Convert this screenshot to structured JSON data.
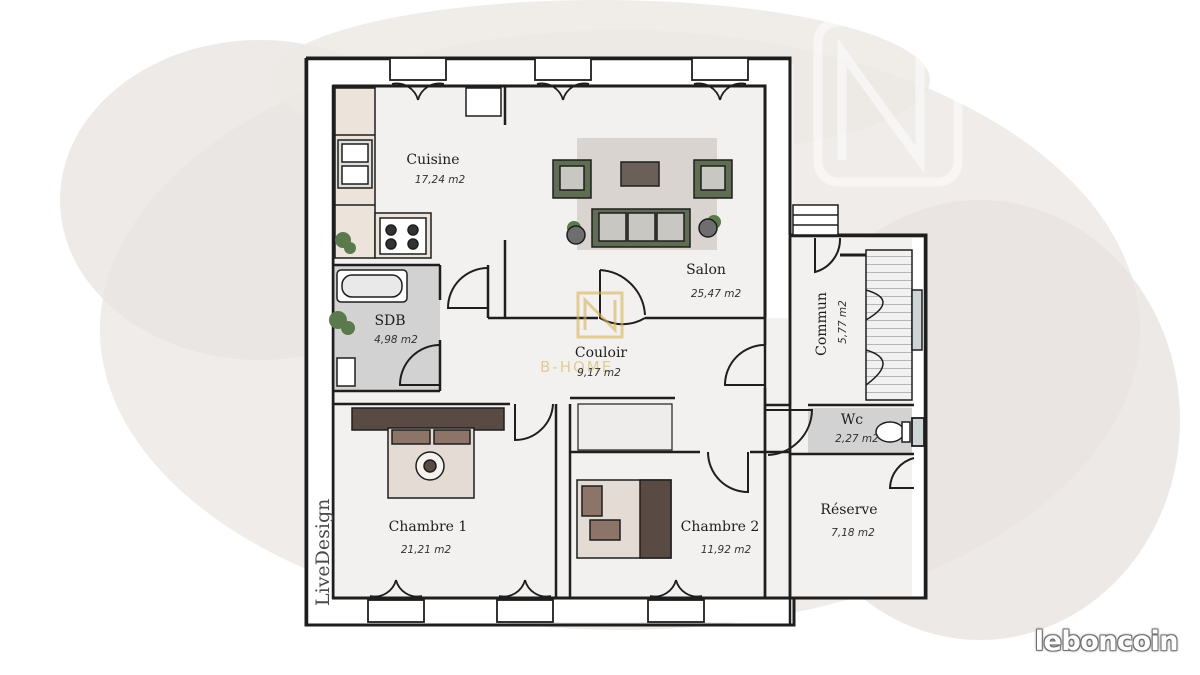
{
  "rooms": {
    "cuisine": {
      "name": "Cuisine",
      "area": "17,24 m2"
    },
    "salon": {
      "name": "Salon",
      "area": "25,47 m2"
    },
    "sdb": {
      "name": "SDB",
      "area": "4,98 m2"
    },
    "couloir": {
      "name": "Couloir",
      "area": "9,17 m2"
    },
    "commun": {
      "name": "Commun",
      "area": "5,77 m2"
    },
    "wc": {
      "name": "Wc",
      "area": "2,27 m2"
    },
    "chambre1": {
      "name": "Chambre 1",
      "area": "21,21 m2"
    },
    "chambre2": {
      "name": "Chambre 2",
      "area": "11,92 m2"
    },
    "reserve": {
      "name": "Réserve",
      "area": "7,18 m2"
    }
  },
  "branding": {
    "designer": "LiveDesign",
    "center_watermark": "B-HOME",
    "site_logo": "leboncoin"
  },
  "colors": {
    "wall": "#1e1e1e",
    "floor": "#f3f1ef",
    "wet_floor": "#d2d2d2",
    "watercolor": "#ebe7e3",
    "gold": "#d6b25a"
  }
}
